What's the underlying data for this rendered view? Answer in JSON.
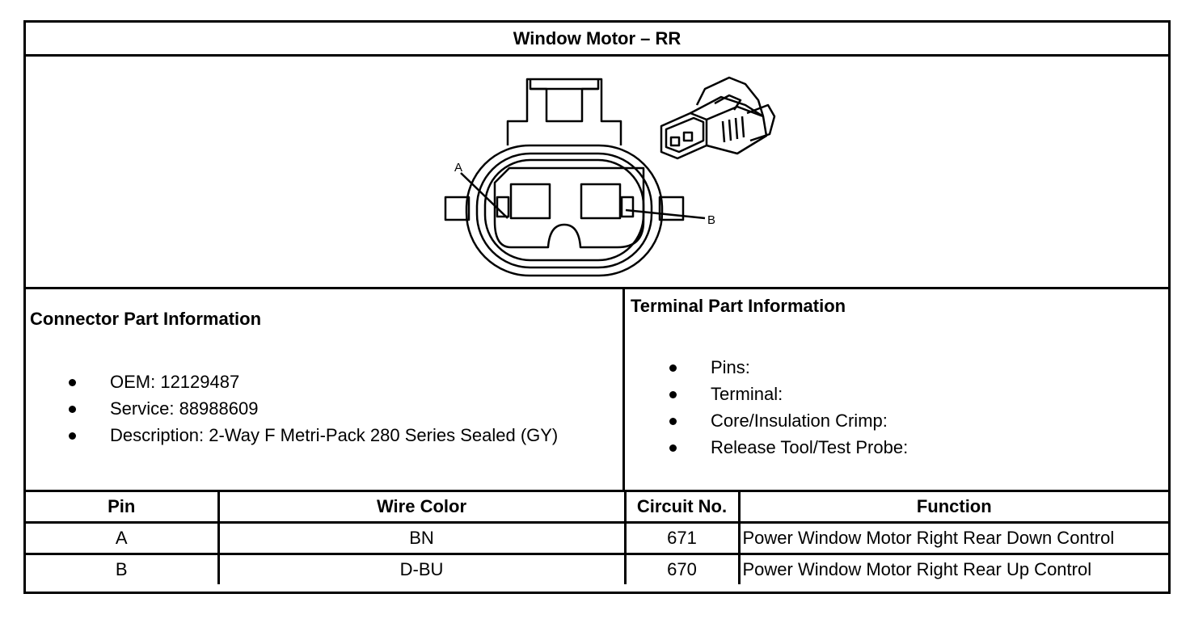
{
  "title": "Window Motor – RR",
  "figure": {
    "pin_labels": [
      "A",
      "B"
    ]
  },
  "connector_info": {
    "heading": "Connector Part Information",
    "items": [
      "OEM: 12129487",
      "Service: 88988609",
      "Description: 2-Way F Metri-Pack 280 Series Sealed (GY)"
    ]
  },
  "terminal_info": {
    "heading": "Terminal Part Information",
    "items": [
      "Pins:",
      "Terminal:",
      "Core/Insulation Crimp:",
      "Release Tool/Test Probe:"
    ]
  },
  "pin_table": {
    "headers": [
      "Pin",
      "Wire Color",
      "Circuit No.",
      "Function"
    ],
    "rows": [
      [
        "A",
        "BN",
        "671",
        "Power Window Motor Right Rear Down Control"
      ],
      [
        "B",
        "D-BU",
        "670",
        "Power Window Motor Right Rear Up Control"
      ]
    ]
  }
}
